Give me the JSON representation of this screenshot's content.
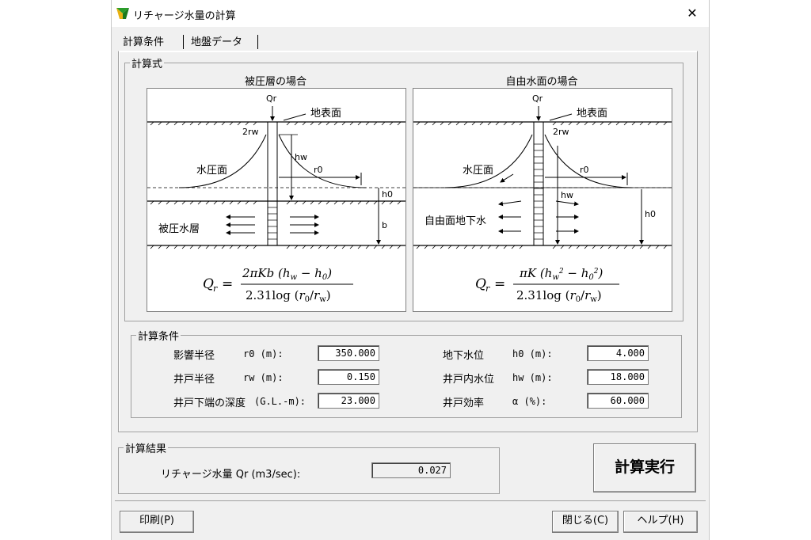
{
  "window": {
    "title": "リチャージ水量の計算",
    "close_symbol": "✕"
  },
  "tabs": [
    {
      "label": "計算条件"
    },
    {
      "label": "地盤データ"
    }
  ],
  "formula_group": {
    "legend": "計算式",
    "confined": {
      "caption": "被圧層の場合",
      "labels": {
        "qr": "Qr",
        "ground": "地表面",
        "diameter": "2rw",
        "piezo": "水圧面",
        "hw": "hw",
        "r0": "r0",
        "h0": "h0",
        "aquifer": "被圧水層",
        "b": "b"
      }
    },
    "free": {
      "caption": "自由水面の場合",
      "labels": {
        "qr": "Qr",
        "ground": "地表面",
        "diameter": "2rw",
        "piezo": "水圧面",
        "r0": "r0",
        "hw": "hw",
        "h0": "h0",
        "aquifer": "自由面地下水"
      }
    }
  },
  "conditions": {
    "legend": "計算条件",
    "left": [
      {
        "label": "影響半径",
        "code": "r0 (m):",
        "value": "350.000"
      },
      {
        "label": "井戸半径",
        "code": "rw (m):",
        "value": "0.150"
      },
      {
        "label": "井戸下端の深度",
        "code": "(G.L.-m):",
        "value": "23.000"
      }
    ],
    "right": [
      {
        "label": "地下水位",
        "code": "h0 (m):",
        "value": "4.000"
      },
      {
        "label": "井戸内水位",
        "code": "hw (m):",
        "value": "18.000"
      },
      {
        "label": "井戸効率",
        "code": "α (%):",
        "value": "60.000"
      }
    ]
  },
  "result": {
    "legend": "計算結果",
    "label": "リチャージ水量 Qr (m3/sec):",
    "value": "0.027"
  },
  "buttons": {
    "run": "計算実行",
    "print": "印刷(P)",
    "close": "閉じる(C)",
    "help": "ヘルプ(H)"
  }
}
